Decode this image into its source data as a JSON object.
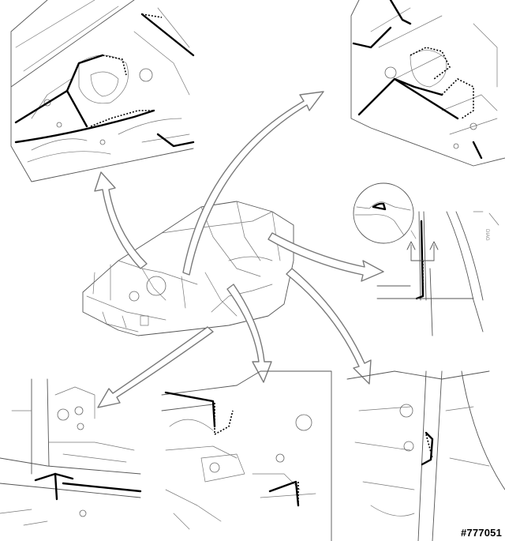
{
  "figure": {
    "reference_number": "#777051",
    "panels": [
      "upper-left-front-structure-detail",
      "upper-right-front-structure-detail",
      "right-middle-pillar-section-detail",
      "lower-left-rocker-detail",
      "lower-middle-floor-detail",
      "lower-right-pillar-detail"
    ],
    "colors": {
      "line_art": "#555555",
      "weld_marks": "#000000",
      "arrow_outline": "#7a7a7a"
    }
  }
}
